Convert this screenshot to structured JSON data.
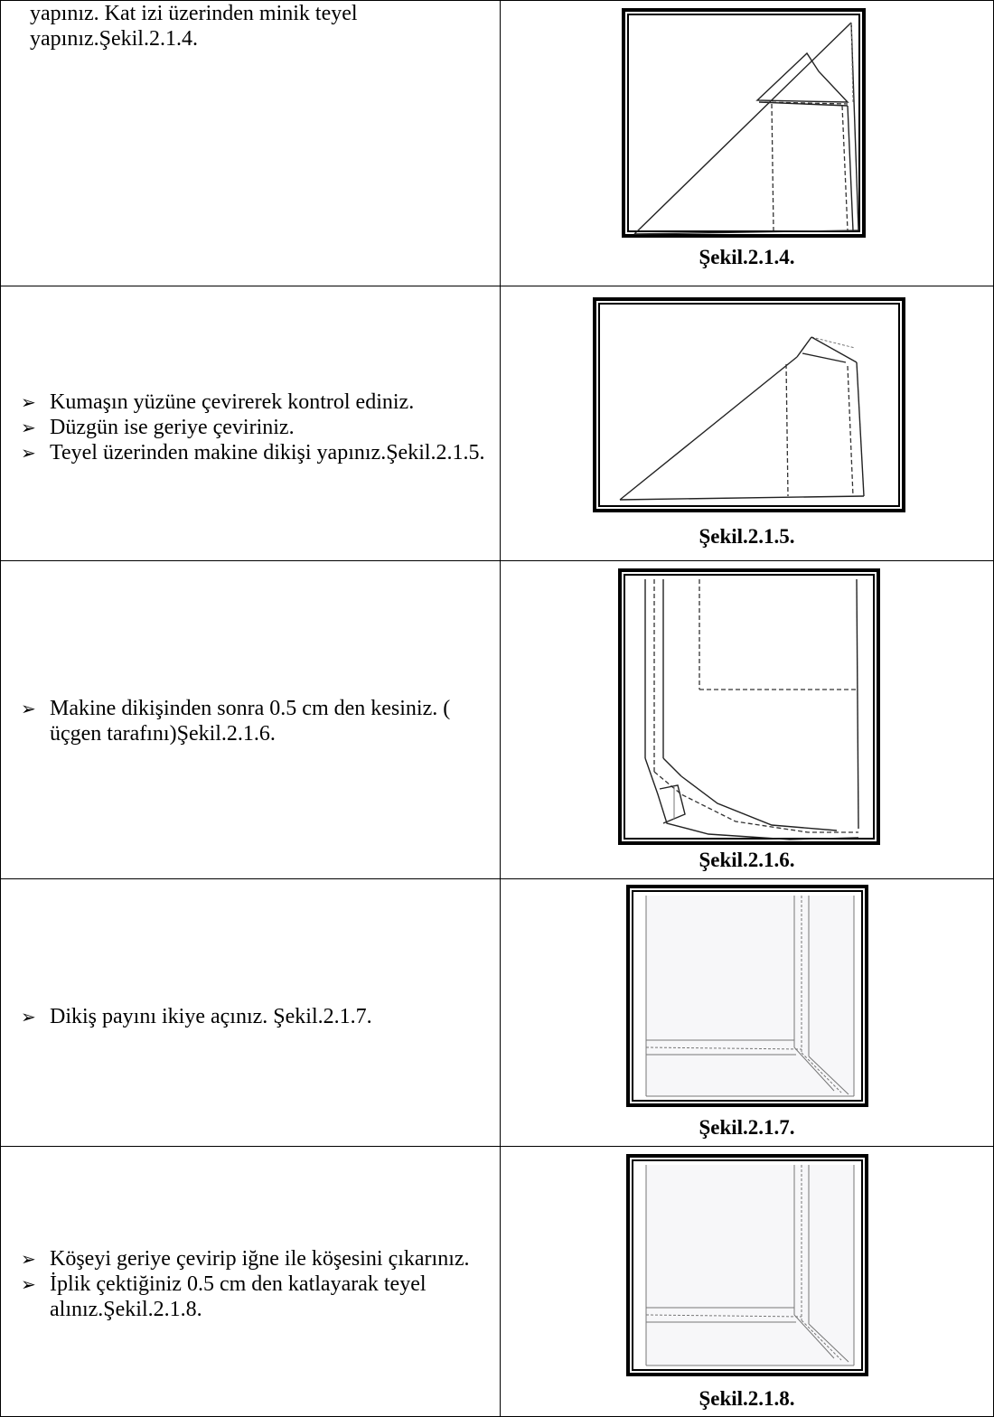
{
  "rows": [
    {
      "lines": [
        "yapınız. Kat izi üzerinden minik teyel",
        "yapınız.Şekil.2.1.4."
      ],
      "caption": "Şekil.2.1.4."
    },
    {
      "items": [
        "Kumaşın yüzüne çevirerek kontrol ediniz.",
        "Düzgün ise geriye çeviriniz.",
        "Teyel üzerinden makine dikişi yapınız.Şekil.2.1.5."
      ],
      "caption": "Şekil.2.1.5."
    },
    {
      "items": [
        "Makine dikişinden sonra 0.5 cm den kesiniz. ( üçgen tarafını)Şekil.2.1.6."
      ],
      "caption": "Şekil.2.1.6."
    },
    {
      "items": [
        "Dikiş payını ikiye açınız. Şekil.2.1.7."
      ],
      "caption": "Şekil.2.1.7."
    },
    {
      "items": [
        "Köşeyi geriye çevirip iğne ile köşesini çıkarınız.",
        "İplik çektiğiniz 0.5 cm den katlayarak teyel alınız.Şekil.2.1.8."
      ],
      "caption": "Şekil.2.1.8."
    }
  ],
  "bullet_glyph": "➢"
}
